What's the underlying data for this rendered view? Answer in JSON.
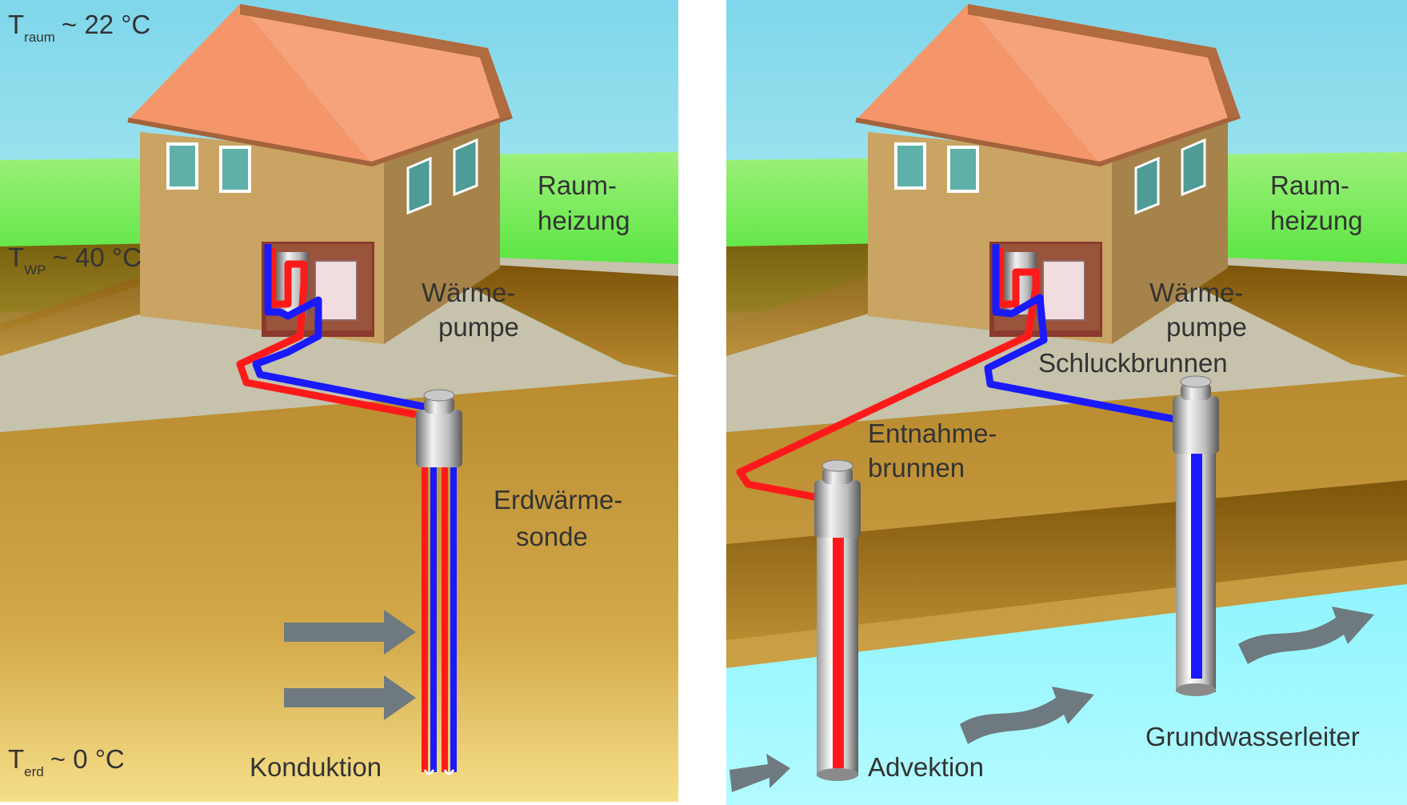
{
  "left_panel": {
    "t_raum": {
      "symbol": "T",
      "subscript": "raum",
      "value": "~ 22 °C"
    },
    "t_wp": {
      "symbol": "T",
      "subscript": "WP",
      "value": "~ 40 °C"
    },
    "t_erd": {
      "symbol": "T",
      "subscript": "erd",
      "value": "~ 0 °C"
    },
    "raumheizung": [
      "Raum-",
      "heizung"
    ],
    "waermepumpe": [
      "Wärme-",
      "pumpe"
    ],
    "erdwaermesonde": [
      "Erdwärme-",
      "sonde"
    ],
    "konduktion": "Konduktion"
  },
  "right_panel": {
    "raumheizung": [
      "Raum-",
      "heizung"
    ],
    "waermepumpe": [
      "Wärme-",
      "pumpe"
    ],
    "schluckbrunnen": "Schluckbrunnen",
    "entnahmebrunnen": [
      "Entnahme-",
      "brunnen"
    ],
    "advektion": "Advektion",
    "grundwasserleiter": "Grundwasserleiter"
  },
  "colors": {
    "sky_top": "#8ee0ee",
    "grass": "#5fe83a",
    "ground": "#c89a3c",
    "ground_dark": "#9a6a14",
    "soil_top": "#c6c2ac",
    "roof": "#f4956a",
    "wall": "#c9a463",
    "window": "#5fb0a8",
    "pipe_warm": "#ff1a1a",
    "pipe_cold": "#1a1aff",
    "arrow": "#6e7a80",
    "aquifer": "#9ff7ff"
  }
}
